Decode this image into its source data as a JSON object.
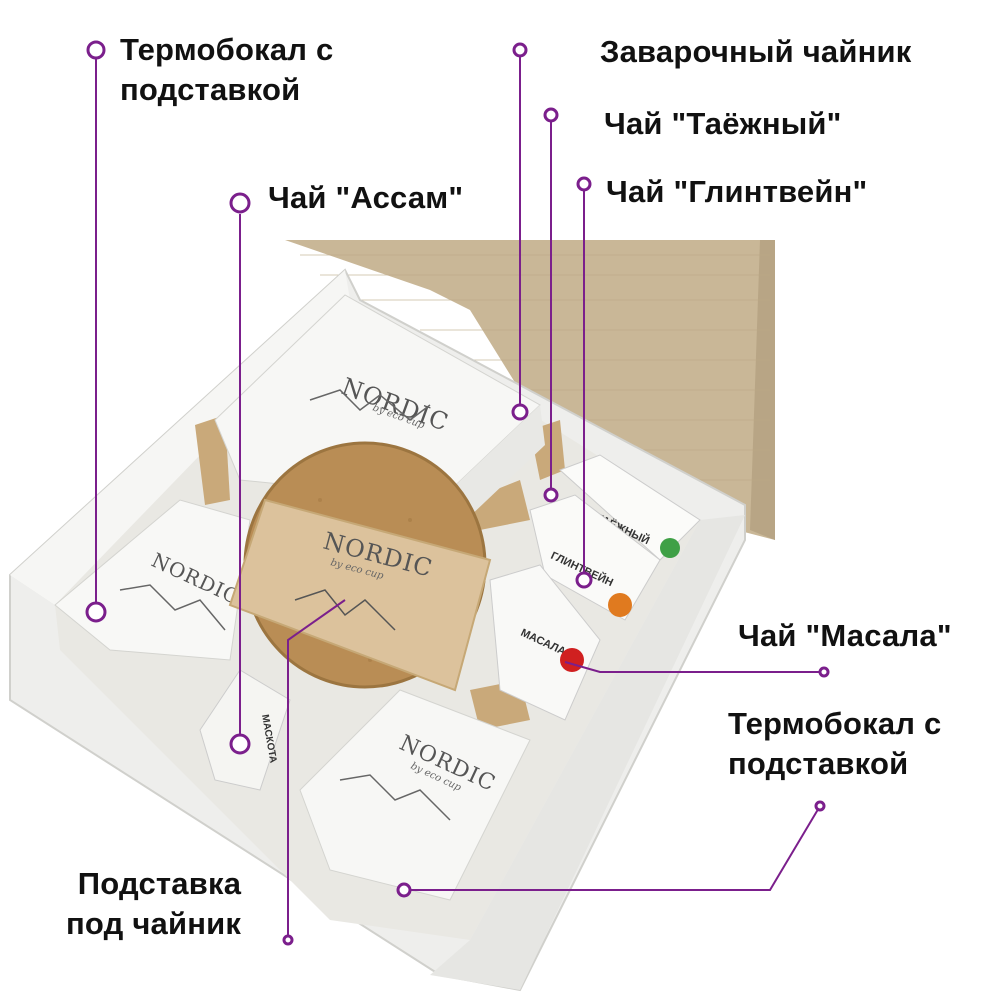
{
  "image": {
    "palette": {
      "callout_line": "#7b1f8c",
      "label_text": "#111111",
      "box_white": "#f4f4f2",
      "cardboard": "#c8b595",
      "cork": "#b98d55",
      "kraft_band": "#dcc29c"
    }
  },
  "labels": {
    "thermo_top": [
      "Термобокал с",
      "подставкой"
    ],
    "teapot": "Заварочный чайник",
    "taiga": "Чай \"Таёжный\"",
    "assam": "Чай \"Ассам\"",
    "mulled": "Чай \"Глинтвейн\"",
    "masala": "Чай \"Масала\"",
    "thermo_bottom": [
      "Термобокал с",
      "подставкой"
    ],
    "stand": [
      "Подставка",
      "под чайник"
    ]
  },
  "product": {
    "brand": "NORDIC",
    "brand_sub": "by eco cup",
    "tea_packs": [
      "ТАЁЖНЫЙ",
      "ГЛИНТВЕЙН",
      "МАСАЛА",
      "МАСКОТА"
    ]
  }
}
